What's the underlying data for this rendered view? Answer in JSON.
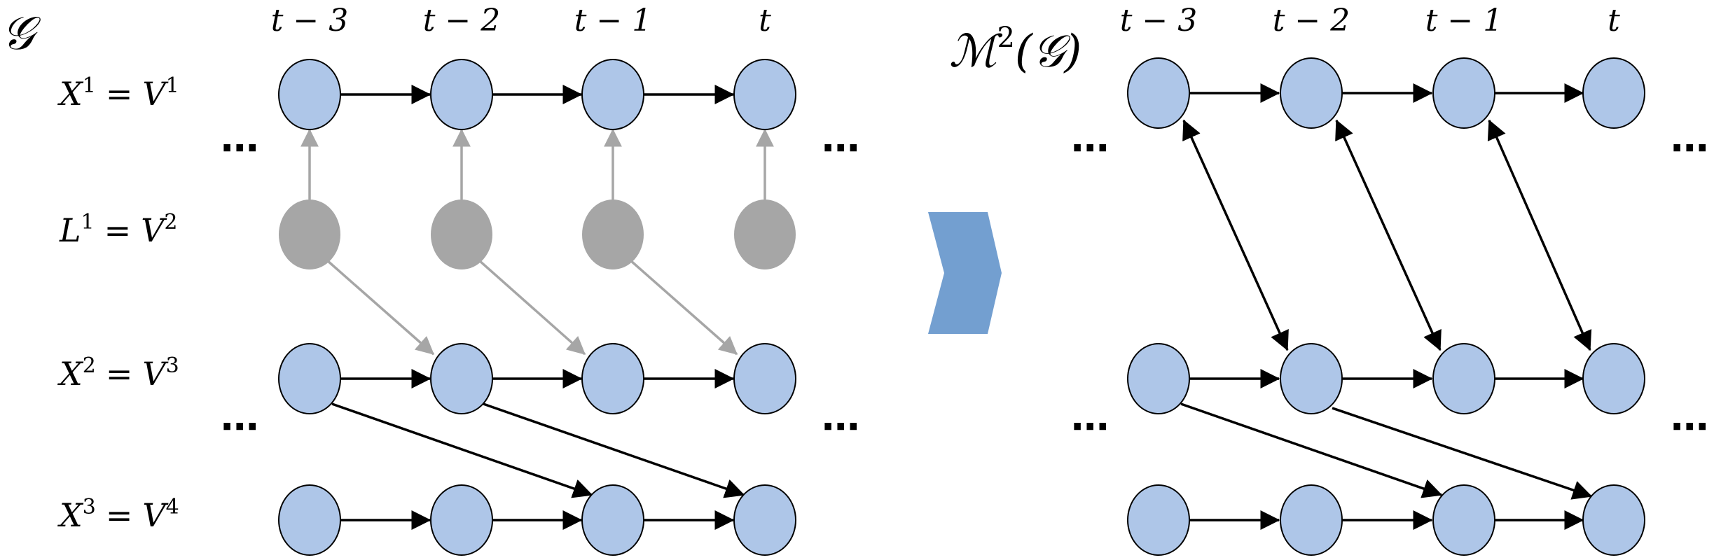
{
  "left_graph": {
    "symbol": "𝒢",
    "time_labels": [
      "t − 3",
      "t − 2",
      "t − 1",
      "t"
    ],
    "row_labels": [
      {
        "base": "X",
        "sup": "1",
        "eq": "=",
        "rhs": "V",
        "rhs_sup": "1"
      },
      {
        "base": "L",
        "sup": "1",
        "eq": "=",
        "rhs": "V",
        "rhs_sup": "2"
      },
      {
        "base": "X",
        "sup": "2",
        "eq": "=",
        "rhs": "V",
        "rhs_sup": "3"
      },
      {
        "base": "X",
        "sup": "3",
        "eq": "=",
        "rhs": "V",
        "rhs_sup": "4"
      }
    ],
    "ellipsis": "⋯"
  },
  "right_graph": {
    "symbol_main": "ℳ",
    "symbol_sup": "2",
    "symbol_arg": "(𝒢)",
    "time_labels": [
      "t − 3",
      "t − 2",
      "t − 1",
      "t"
    ],
    "ellipsis": "⋯"
  },
  "colors": {
    "observed_node": "#aec6e8",
    "latent_node": "#a6a6a6",
    "node_stroke": "#000000",
    "edge": "#000000",
    "latent_edge": "#a6a6a6",
    "transform_arrow": "#739fd0"
  }
}
